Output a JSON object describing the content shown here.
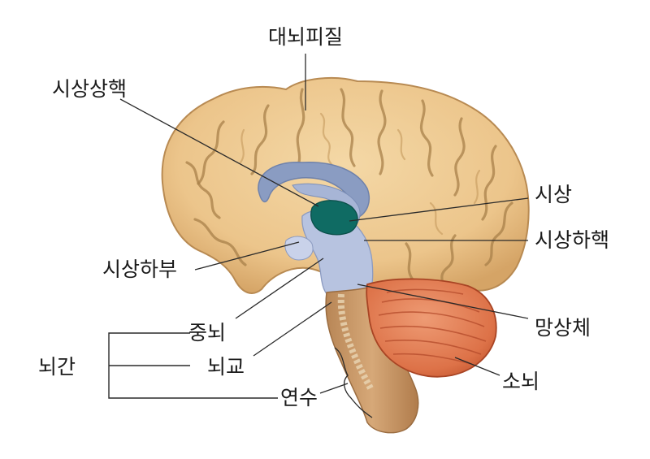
{
  "labels": {
    "cerebral_cortex": "대뇌피질",
    "epithalamus": "시상상핵",
    "thalamus": "시상",
    "subthalamic_nucleus": "시상하핵",
    "hypothalamus": "시상하부",
    "midbrain": "중뇌",
    "pons": "뇌교",
    "medulla": "연수",
    "brainstem": "뇌간",
    "reticular_formation": "망상체",
    "cerebellum": "소뇌"
  },
  "colors": {
    "cortex": "#ecc58b",
    "cortex_shade": "#d9a867",
    "cortex_fold": "#a8804a",
    "corpus_callosum": "#8a9cc2",
    "brainstem_blue": "#b7c3e0",
    "thalamus": "#0f6b63",
    "cerebellum": "#e07a52",
    "spinal": "#c89868"
  }
}
